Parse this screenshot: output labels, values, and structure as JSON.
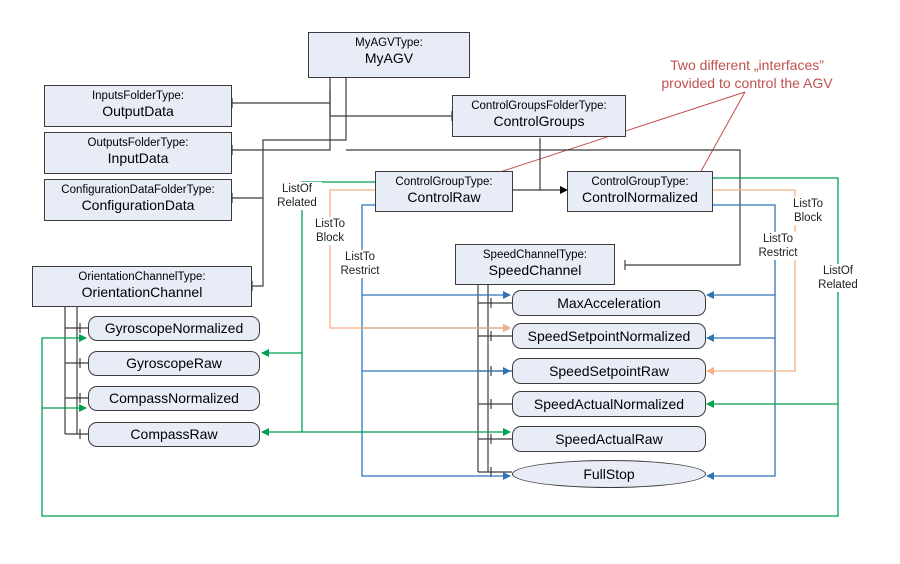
{
  "annotation": {
    "line1": "Two different „interfaces”",
    "line2": "provided to control the AGV"
  },
  "nodes": {
    "myagv": {
      "type": "MyAGVType:",
      "name": "MyAGV"
    },
    "inputs": {
      "type": "InputsFolderType:",
      "name": "OutputData"
    },
    "outputs": {
      "type": "OutputsFolderType:",
      "name": "InputData"
    },
    "config": {
      "type": "ConfigurationDataFolderType:",
      "name": "ConfigurationData"
    },
    "controlgroups": {
      "type": "ControlGroupsFolderType:",
      "name": "ControlGroups"
    },
    "controlraw": {
      "type": "ControlGroupType:",
      "name": "ControlRaw"
    },
    "controlnorm": {
      "type": "ControlGroupType:",
      "name": "ControlNormalized"
    },
    "orientation": {
      "type": "OrientationChannelType:",
      "name": "OrientationChannel"
    },
    "speedchannel": {
      "type": "SpeedChannelType:",
      "name": "SpeedChannel"
    }
  },
  "orientation_vars": [
    "GyroscopeNormalized",
    "GyroscopeRaw",
    "CompassNormalized",
    "CompassRaw"
  ],
  "speed_vars": [
    "MaxAcceleration",
    "SpeedSetpointNormalized",
    "SpeedSetpointRaw",
    "SpeedActualNormalized",
    "SpeedActualRaw"
  ],
  "method": "FullStop",
  "references": {
    "listof_related_left": "ListOf\nRelated",
    "listto_block_left": "ListTo\nBlock",
    "listto_restrict_left": "ListTo\nRestrict",
    "listto_restrict_right": "ListTo\nRestrict",
    "listto_block_right": "ListTo\nBlock",
    "listof_related_right": "ListOf\nRelated"
  },
  "colors": {
    "node_fill": "#e8ecf6",
    "hierarchy_line": "#3c3c3c",
    "restrict_blue": "#2e75b6",
    "block_orange": "#f4b183",
    "related_green": "#00a050",
    "annotation_red": "#c0504d"
  }
}
